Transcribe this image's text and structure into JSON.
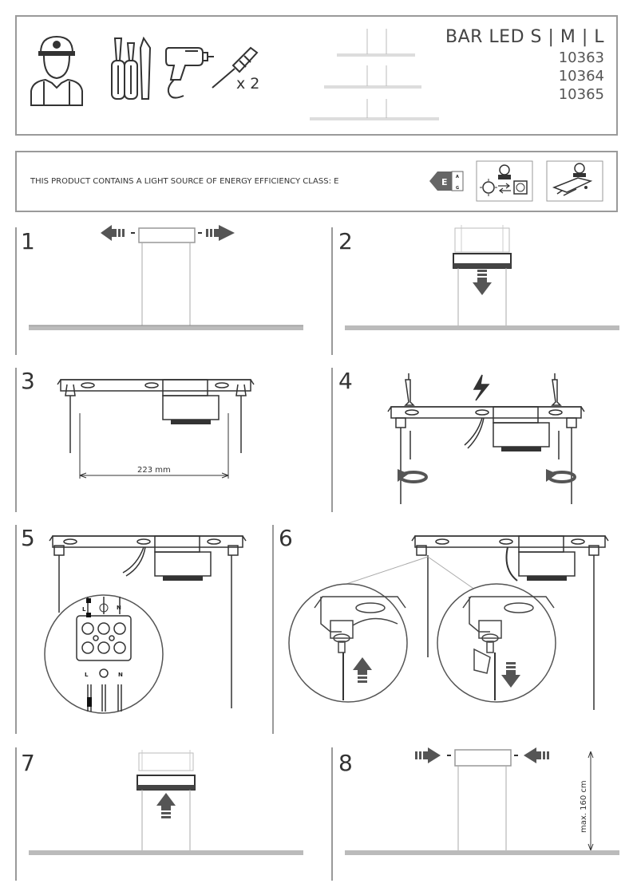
{
  "header": {
    "product_title": "BAR LED S | M | L",
    "codes": [
      "10363",
      "10364",
      "10365"
    ],
    "drill_bit_quantity": "x 2"
  },
  "energy_notice": {
    "text": "THIS PRODUCT CONTAINS A LIGHT SOURCE OF ENERGY EFFICIENCY CLASS: E",
    "class_letter": "E",
    "scale_top": "A",
    "scale_bottom": "G"
  },
  "steps": [
    {
      "number": "1"
    },
    {
      "number": "2"
    },
    {
      "number": "3",
      "dimension_label": "223 mm"
    },
    {
      "number": "4"
    },
    {
      "number": "5",
      "terminal_labels": [
        "L",
        "N"
      ]
    },
    {
      "number": "6"
    },
    {
      "number": "7"
    },
    {
      "number": "8",
      "height_label": "max. 160 cm"
    }
  ]
}
